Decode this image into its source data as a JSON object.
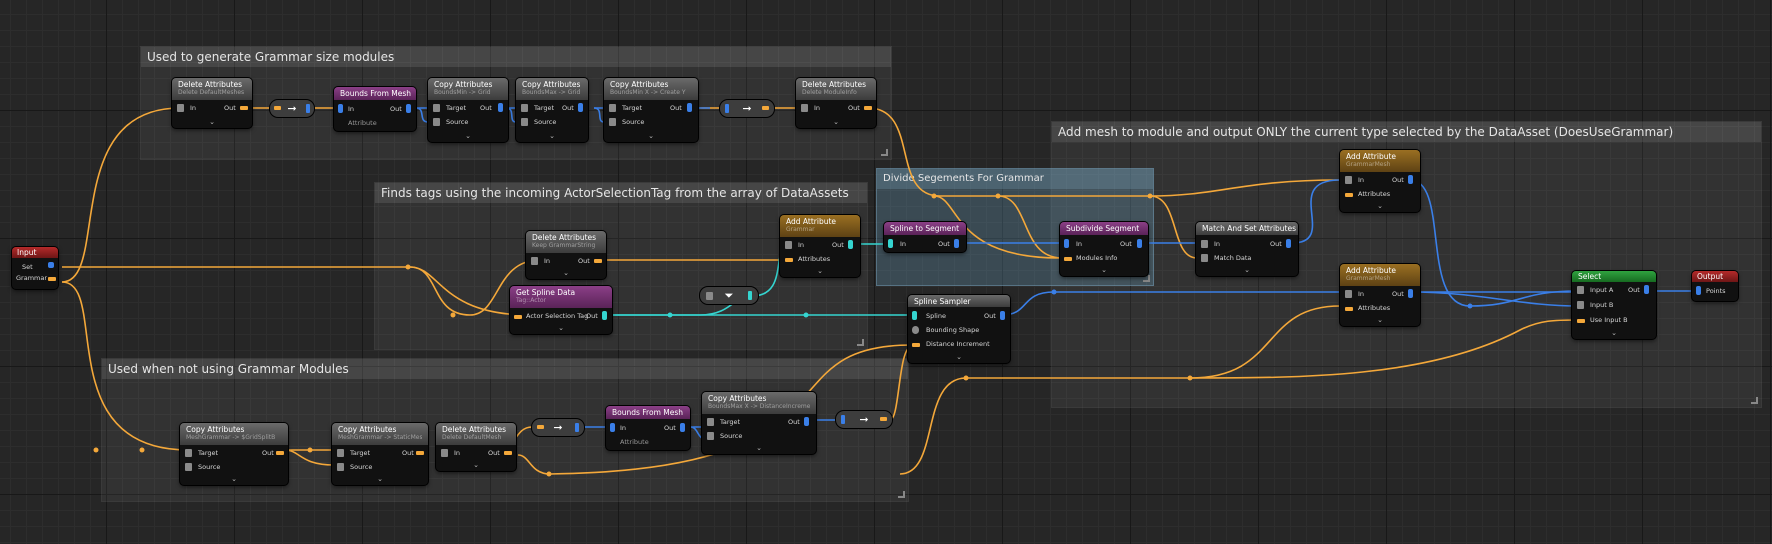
{
  "comments": {
    "grammar_size": "Used to generate Grammar size modules",
    "find_tags": "Finds tags using the incoming ActorSelectionTag from the array of DataAssets",
    "add_mesh": "Add mesh to module and output ONLY the current type selected by the DataAsset (DoesUseGrammar)",
    "not_grammar": "Used when not using Grammar Modules",
    "divide": "Divide Segements For Grammar"
  },
  "nodes": {
    "input": {
      "title": "Input",
      "pin_set": "Set",
      "pin_grammar": "Grammar"
    },
    "output": {
      "title": "Output",
      "pin": "Points"
    },
    "g_delete": {
      "title": "Delete Attributes",
      "sub": "Delete DefaultMeshes",
      "pin_in": "In",
      "pin_out": "Out"
    },
    "g_bounds": {
      "title": "Bounds From Mesh",
      "pin_in": "In",
      "pin_out": "Out",
      "pin_attr": "Attribute"
    },
    "g_copy1": {
      "title": "Copy Attributes",
      "sub": "BoundsMin -> Grid",
      "pin_target": "Target",
      "pin_source": "Source",
      "pin_out": "Out"
    },
    "g_copy2": {
      "title": "Copy Attributes",
      "sub": "BoundsMax -> Grid",
      "pin_target": "Target",
      "pin_source": "Source",
      "pin_out": "Out"
    },
    "g_copy3": {
      "title": "Copy Attributes",
      "sub": "BoundsMin X -> Create Y",
      "pin_target": "Target",
      "pin_source": "Source",
      "pin_out": "Out"
    },
    "g_delete2": {
      "title": "Delete Attributes",
      "sub": "Delete ModuleInfo",
      "pin_in": "In",
      "pin_out": "Out"
    },
    "f_delete": {
      "title": "Delete Attributes",
      "sub": "Keep GrammarString",
      "pin_in": "In",
      "pin_out": "Out"
    },
    "f_spline": {
      "title": "Get Spline Data",
      "sub": "Tag::Actor",
      "pin_tag": "Actor Selection Tag",
      "pin_out": "Out"
    },
    "f_addattr": {
      "title": "Add Attribute",
      "sub": "Grammar",
      "pin_in": "In",
      "pin_out": "Out",
      "pin_attr": "Attributes"
    },
    "d_spline_seg": {
      "title": "Spline to Segment",
      "pin_in": "In",
      "pin_out": "Out"
    },
    "d_subdivide": {
      "title": "Subdivide Segment",
      "pin_in": "In",
      "pin_out": "Out",
      "pin_mod": "Modules Info"
    },
    "sampler": {
      "title": "Spline Sampler",
      "pin_spline": "Spline",
      "pin_bound": "Bounding Shape",
      "pin_dist": "Distance Increment",
      "pin_out": "Out"
    },
    "a_match": {
      "title": "Match And Set Attributes",
      "pin_in": "In",
      "pin_match": "Match Data",
      "pin_out": "Out"
    },
    "a_add1": {
      "title": "Add Attribute",
      "sub": "GrammarMesh",
      "pin_in": "In",
      "pin_out": "Out",
      "pin_attr": "Attributes"
    },
    "a_add2": {
      "title": "Add Attribute",
      "sub": "GrammarMesh",
      "pin_in": "In",
      "pin_out": "Out",
      "pin_attr": "Attributes"
    },
    "a_select": {
      "title": "Select",
      "pin_a": "Input A",
      "pin_b": "Input B",
      "pin_use": "Use Input B",
      "pin_out": "Out"
    },
    "n_copy1": {
      "title": "Copy Attributes",
      "sub": "MeshGrammar -> $GridSplitB",
      "pin_target": "Target",
      "pin_source": "Source",
      "pin_out": "Out"
    },
    "n_copy2": {
      "title": "Copy Attributes",
      "sub": "MeshGrammar -> StaticMesh",
      "pin_target": "Target",
      "pin_source": "Source",
      "pin_out": "Out"
    },
    "n_delete": {
      "title": "Delete Attributes",
      "sub": "Delete DefaultMesh",
      "pin_in": "In",
      "pin_out": "Out"
    },
    "n_bounds": {
      "title": "Bounds From Mesh",
      "pin_in": "In",
      "pin_out": "Out",
      "pin_attr": "Attribute"
    },
    "n_copy3": {
      "title": "Copy Attributes",
      "sub": "BoundsMax X -> DistanceIncrement",
      "pin_target": "Target",
      "pin_source": "Source",
      "pin_out": "Out"
    }
  },
  "colors": {
    "exec_orange": "#f4a83a",
    "spatial_blue": "#3a7fe8",
    "param_cyan": "#35d5d0"
  },
  "icons": {
    "reroute": "arrow-right-icon",
    "filter": "filter-icon",
    "collapse": "chevron-down-icon"
  }
}
